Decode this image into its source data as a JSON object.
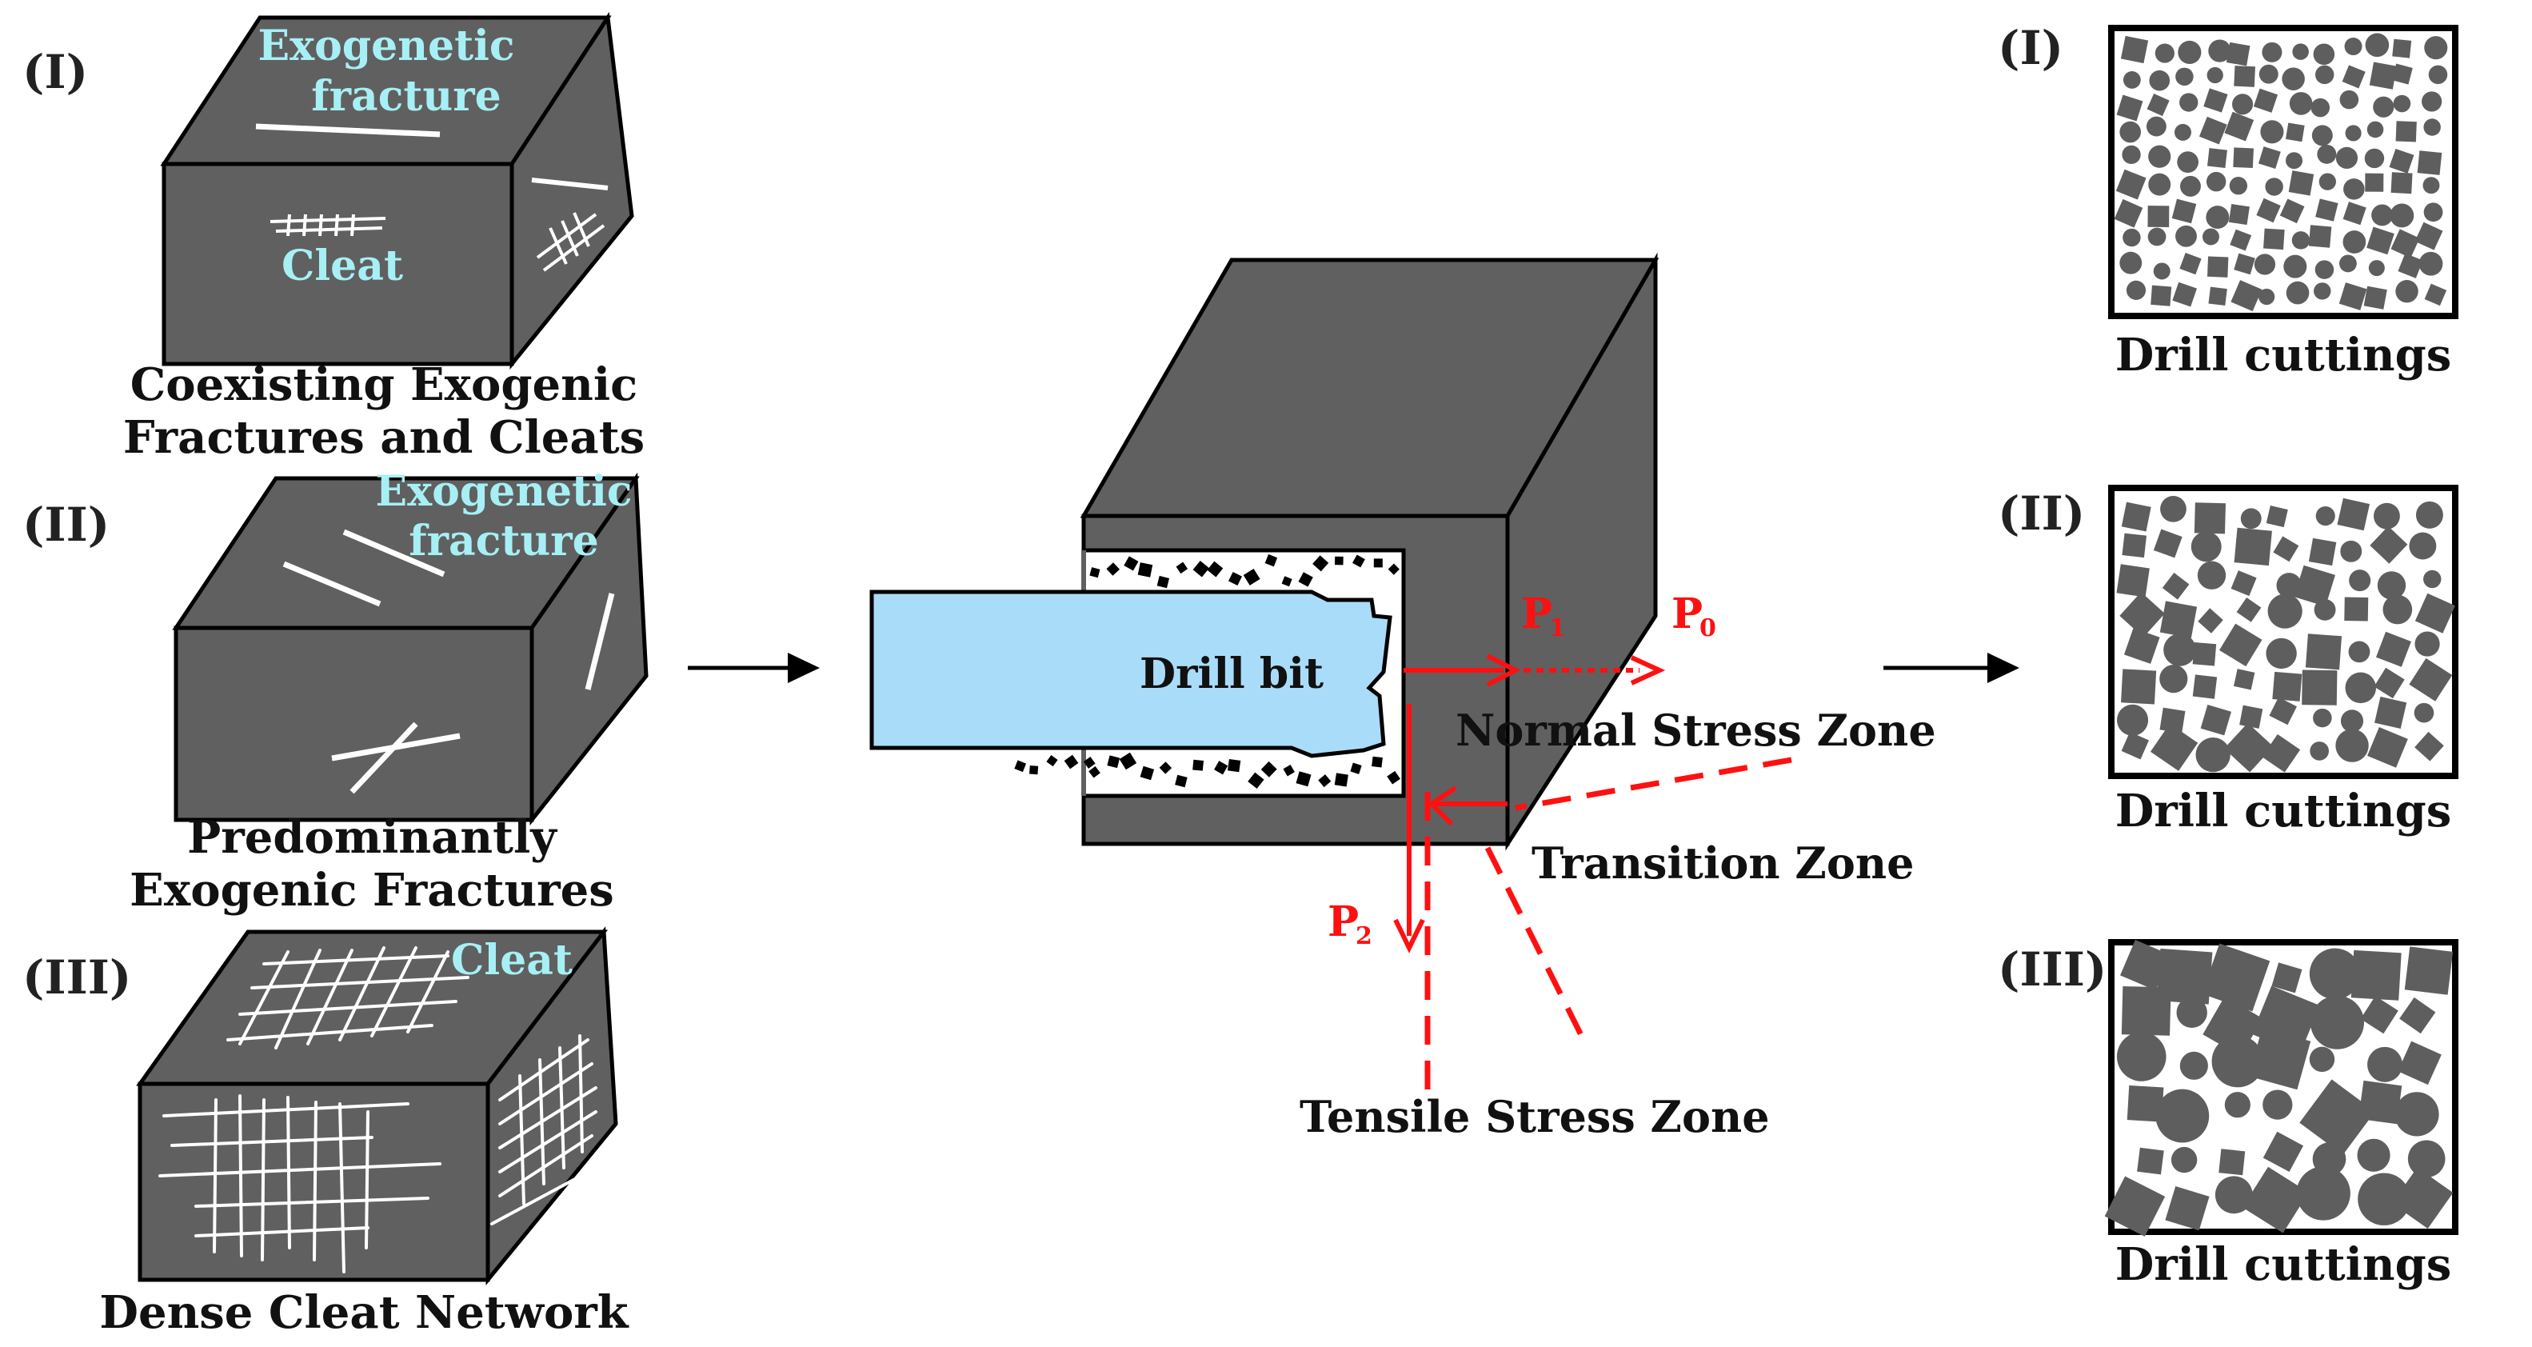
{
  "left_panels": [
    {
      "roman": "(I)",
      "caption_line1": "Coexisting Exogenic",
      "caption_line2": "Fractures and Cleats",
      "label_top_line1": "Exogenetic",
      "label_top_line2": "fracture",
      "label_front": "Cleat"
    },
    {
      "roman": "(II)",
      "caption_line1": "Predominantly",
      "caption_line2": "Exogenic Fractures",
      "label_top_line1": "Exogenetic",
      "label_top_line2": "fracture"
    },
    {
      "roman": "(III)",
      "caption_line1": "Dense Cleat Network",
      "label_top": "Cleat"
    }
  ],
  "center": {
    "drill_bit": "Drill bit",
    "p0": "P",
    "p0_sub": "0",
    "p1": "P",
    "p1_sub": "1",
    "p2": "P",
    "p2_sub": "2",
    "normal_zone": "Normal Stress Zone",
    "transition_zone": "Transition Zone",
    "tensile_zone": "Tensile Stress Zone"
  },
  "right_panels": [
    {
      "roman": "(I)",
      "caption": "Drill cuttings"
    },
    {
      "roman": "(II)",
      "caption": "Drill cuttings"
    },
    {
      "roman": "(III)",
      "caption": "Drill cuttings"
    }
  ],
  "colors": {
    "block_face": "#606060",
    "outline": "#000000",
    "drill_bit": "#a9dcf8",
    "stress_red": "#ff1010",
    "cyan_label": "#a6f0f5",
    "cutting_fill": "#5e5e5e"
  }
}
